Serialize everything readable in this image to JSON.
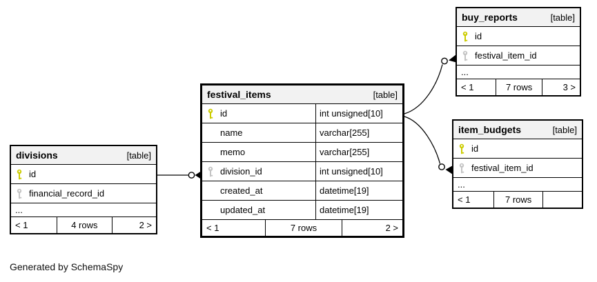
{
  "diagram": {
    "caption": "Generated by SchemaSpy"
  },
  "colors": {
    "header_bg": "#f2f2f2",
    "pk_key": "#cccc00",
    "fk_key": "#c4c4c4",
    "border": "#000000",
    "bg": "#ffffff"
  },
  "tables": {
    "divisions": {
      "name": "divisions",
      "type_label": "[table]",
      "columns": [
        {
          "name": "id",
          "key": "pk"
        },
        {
          "name": "financial_record_id",
          "key": "fk"
        },
        {
          "name": "...",
          "key": null
        }
      ],
      "footer": {
        "prev": "< 1",
        "rows": "4 rows",
        "next": "2 >"
      }
    },
    "festival_items": {
      "name": "festival_items",
      "type_label": "[table]",
      "columns": [
        {
          "name": "id",
          "type": "int unsigned[10]",
          "key": "pk"
        },
        {
          "name": "name",
          "type": "varchar[255]",
          "key": null
        },
        {
          "name": "memo",
          "type": "varchar[255]",
          "key": null
        },
        {
          "name": "division_id",
          "type": "int unsigned[10]",
          "key": "fk"
        },
        {
          "name": "created_at",
          "type": "datetime[19]",
          "key": null
        },
        {
          "name": "updated_at",
          "type": "datetime[19]",
          "key": null
        }
      ],
      "footer": {
        "prev": "< 1",
        "rows": "7 rows",
        "next": "2 >"
      }
    },
    "buy_reports": {
      "name": "buy_reports",
      "type_label": "[table]",
      "columns": [
        {
          "name": "id",
          "key": "pk"
        },
        {
          "name": "festival_item_id",
          "key": "fk"
        },
        {
          "name": "...",
          "key": null
        }
      ],
      "footer": {
        "prev": "< 1",
        "rows": "7 rows",
        "next": "3 >"
      }
    },
    "item_budgets": {
      "name": "item_budgets",
      "type_label": "[table]",
      "columns": [
        {
          "name": "id",
          "key": "pk"
        },
        {
          "name": "festival_item_id",
          "key": "fk"
        },
        {
          "name": "...",
          "key": null
        }
      ],
      "footer": {
        "prev": "< 1",
        "rows": "7 rows",
        "next": ""
      }
    }
  },
  "relationships": [
    {
      "from": "divisions.id",
      "to": "festival_items.division_id"
    },
    {
      "from": "festival_items.id",
      "to": "buy_reports.festival_item_id"
    },
    {
      "from": "festival_items.id",
      "to": "item_budgets.festival_item_id"
    }
  ]
}
